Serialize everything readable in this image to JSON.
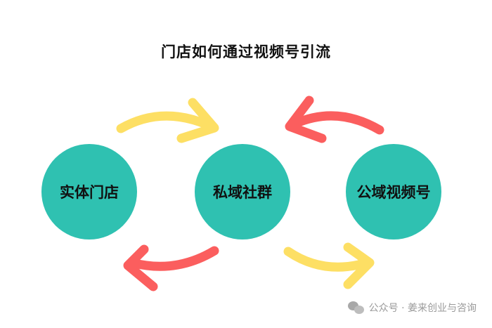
{
  "title": "门店如何通过视频号引流",
  "nodes": [
    "实体门店",
    "私域社群",
    "公域视频号"
  ],
  "colors": {
    "circle": "#2fc1b1",
    "yellow_arrow": "#fddf64",
    "red_arrow": "#fb5e5e"
  },
  "footer": {
    "icon": "wechat-icon",
    "text": "公众号 · 姜来创业与咨询"
  }
}
